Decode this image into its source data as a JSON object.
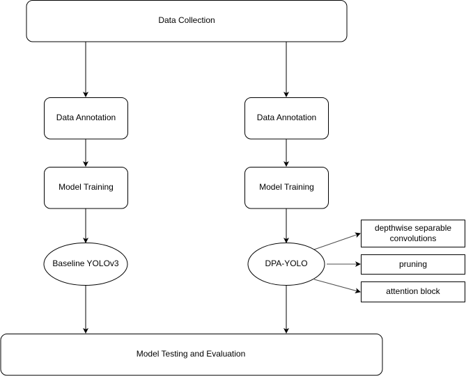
{
  "nodes": {
    "data_collection": "Data Collection",
    "annotation_left": "Data Annotation",
    "annotation_right": "Data Annotation",
    "training_left": "Model Training",
    "training_right": "Model Training",
    "baseline": "Baseline YOLOv3",
    "dpa_yolo": "DPA-YOLO",
    "depthwise_line1": "depthwise separable",
    "depthwise_line2": "convolutions",
    "pruning": "pruning",
    "attention": "attention block",
    "testing": "Model Testing and Evaluation"
  }
}
